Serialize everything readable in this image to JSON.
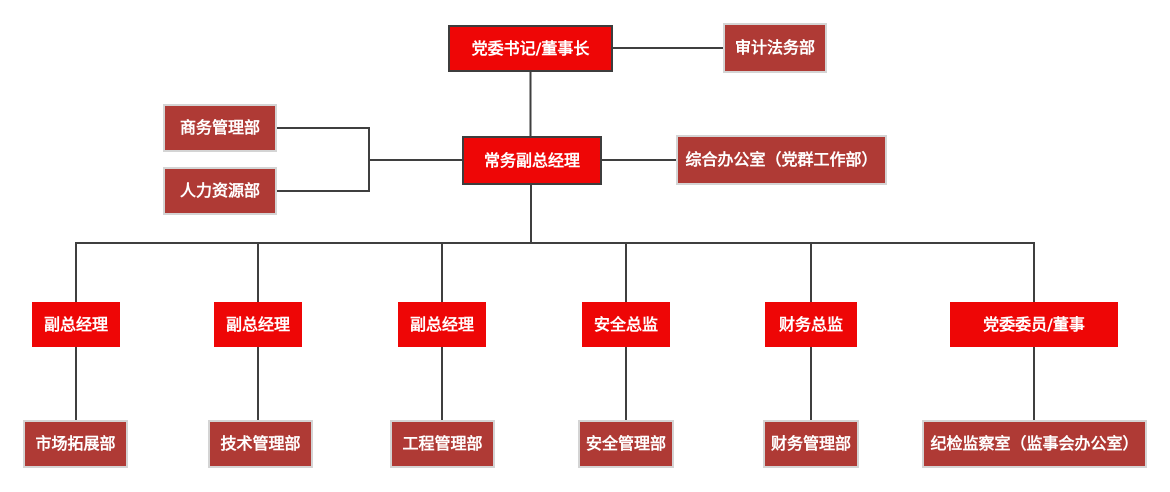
{
  "colors": {
    "bright_red": "#EE0606",
    "brick_red": "#AF3A35",
    "bright_border": "#3D3D3D",
    "brick_border": "#D4D4D4",
    "line_color": "#3F3F3F",
    "text_color": "#FFFFFF",
    "background": "#FFFFFF"
  },
  "org_chart": {
    "level1": {
      "chairman": {
        "label": "党委书记/董事长"
      },
      "audit_legal": {
        "label": "审计法务部"
      }
    },
    "level2": {
      "business_mgmt": {
        "label": "商务管理部"
      },
      "hr": {
        "label": "人力资源部"
      },
      "exec_deputy_gm": {
        "label": "常务副总经理"
      },
      "general_office": {
        "label": "综合办公室（党群工作部）"
      }
    },
    "level3": {
      "deputy_gm_1": {
        "label": "副总经理"
      },
      "deputy_gm_2": {
        "label": "副总经理"
      },
      "deputy_gm_3": {
        "label": "副总经理"
      },
      "safety_director": {
        "label": "安全总监"
      },
      "finance_director": {
        "label": "财务总监"
      },
      "party_committee_member": {
        "label": "党委委员/董事"
      }
    },
    "level4": {
      "market_expansion": {
        "label": "市场拓展部"
      },
      "technology_mgmt": {
        "label": "技术管理部"
      },
      "engineering_mgmt": {
        "label": "工程管理部"
      },
      "safety_mgmt": {
        "label": "安全管理部"
      },
      "finance_mgmt": {
        "label": "财务管理部"
      },
      "discipline_inspection": {
        "label": "纪检监察室（监事会办公室）"
      }
    }
  }
}
